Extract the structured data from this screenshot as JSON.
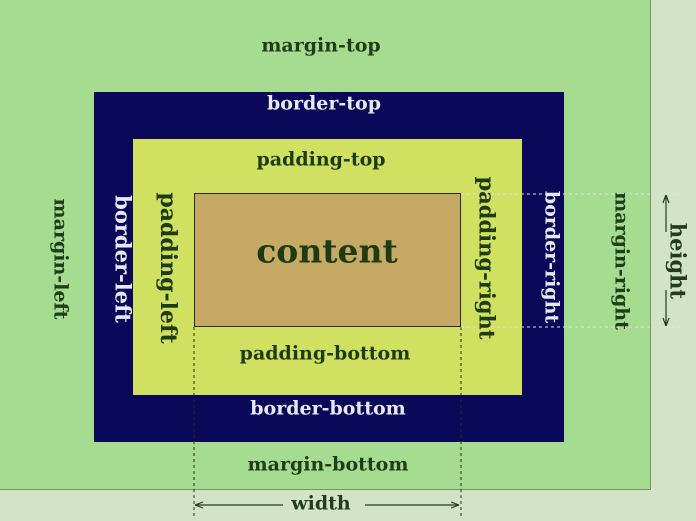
{
  "labels": {
    "margin_top": "margin-top",
    "border_top": "border-top",
    "padding_top": "padding-top",
    "content": "content",
    "padding_bottom": "padding-bottom",
    "border_bottom": "border-bottom",
    "margin_bottom": "margin-bottom",
    "margin_left": "margin-left",
    "border_left": "border-left",
    "padding_left": "padding-left",
    "padding_right": "padding-right",
    "border_right": "border-right",
    "margin_right": "margin-right",
    "height": "height",
    "width": "width"
  },
  "colors": {
    "background": "#d3e4c6",
    "margin": "#a6dc8f",
    "border": "#0a0859",
    "padding": "#d0e060",
    "content": "#c6a964"
  }
}
